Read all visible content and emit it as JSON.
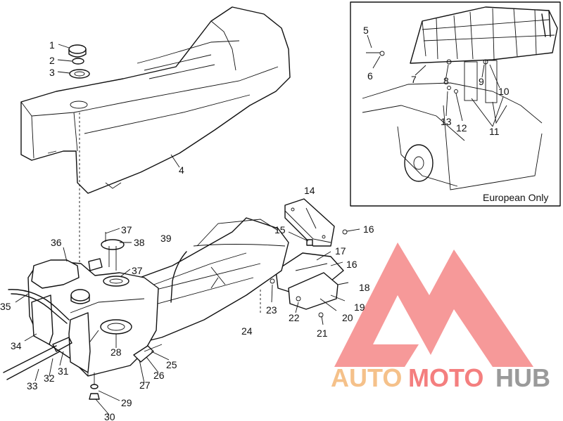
{
  "diagram": {
    "callouts": [
      "1",
      "2",
      "3",
      "4",
      "5",
      "6",
      "7",
      "8",
      "9",
      "10",
      "11",
      "12",
      "13",
      "14",
      "15",
      "16",
      "16",
      "17",
      "18",
      "19",
      "20",
      "21",
      "22",
      "23",
      "24",
      "25",
      "26",
      "27",
      "28",
      "29",
      "30",
      "31",
      "32",
      "33",
      "34",
      "35",
      "36",
      "37",
      "37",
      "38",
      "39"
    ],
    "inset": {
      "caption": "European Only"
    }
  },
  "watermark": {
    "part1": "AUTO",
    "part2": "MOTO",
    "part3": "HUB",
    "colors": {
      "auto": "#f5c18a",
      "moto": "#f47f7f",
      "hub": "#9a9a9a",
      "logo": "#f47f7f"
    }
  }
}
